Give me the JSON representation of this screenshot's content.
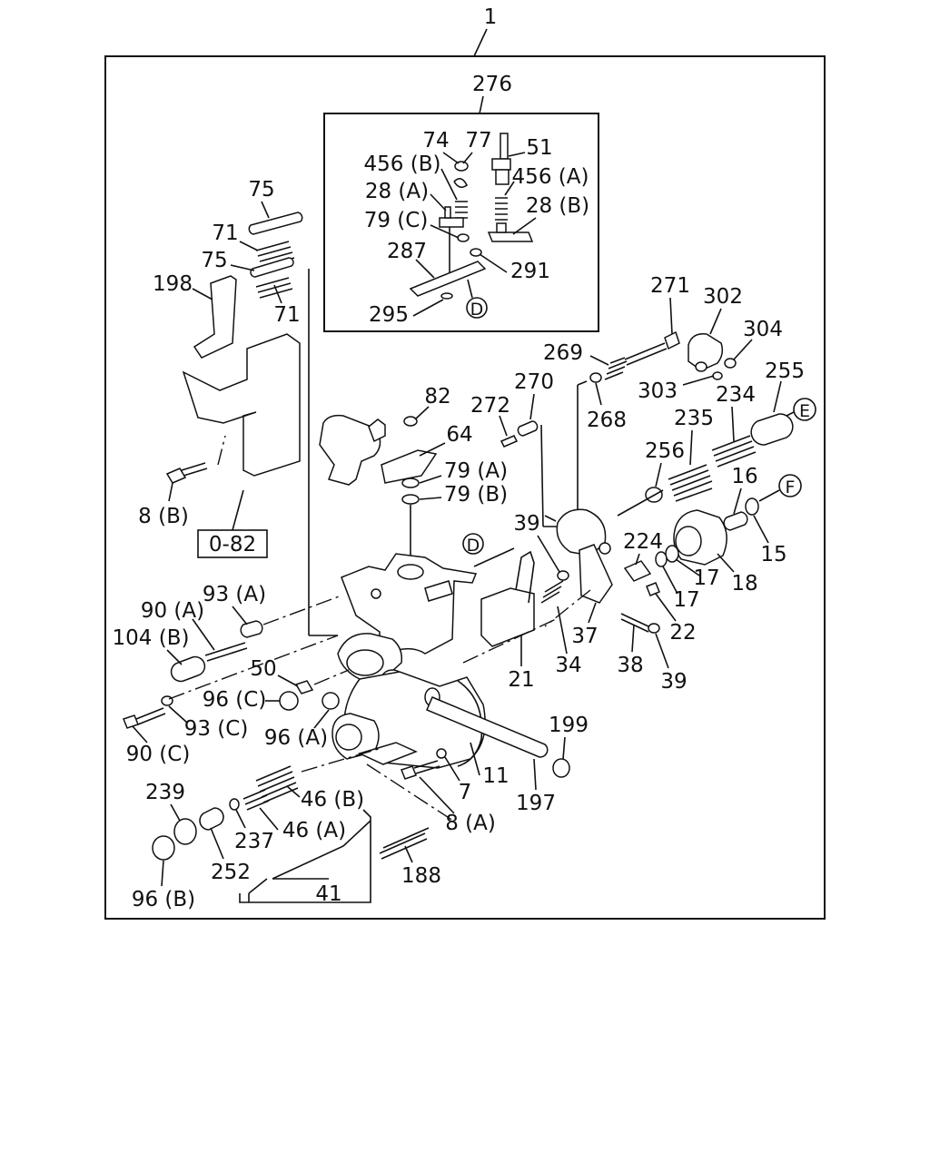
{
  "assembly_no": "1",
  "sub_assembly_no": "276",
  "ref_box_label": "0-82",
  "callouts": {
    "c51": "51",
    "c74": "74",
    "c77": "77",
    "c456b": "456 (B)",
    "c456a": "456 (A)",
    "c28a": "28 (A)",
    "c28b": "28 (B)",
    "c79c": "79 (C)",
    "c287": "287",
    "c291": "291",
    "c295": "295",
    "cD1": "D",
    "cD2": "D",
    "cE": "E",
    "cF": "F",
    "c75a": "75",
    "c71a": "71",
    "c75b": "75",
    "c71b": "71",
    "c198": "198",
    "c8b": "8 (B)",
    "c271": "271",
    "c302": "302",
    "c304": "304",
    "c269": "269",
    "c303": "303",
    "c255": "255",
    "c234": "234",
    "c268": "268",
    "c270": "270",
    "c272": "272",
    "c82": "82",
    "c64": "64",
    "c235": "235",
    "c256": "256",
    "c16": "16",
    "c79a": "79 (A)",
    "c79b": "79 (B)",
    "c39a": "39",
    "c224": "224",
    "c17a": "17",
    "c17b": "17",
    "c18": "18",
    "c15": "15",
    "c22": "22",
    "c37": "37",
    "c34": "34",
    "c38": "38",
    "c39b": "39",
    "c21": "21",
    "c90a": "90 (A)",
    "c93a": "93 (A)",
    "c104b": "104 (B)",
    "c50": "50",
    "c96c": "96 (C)",
    "c93c": "93 (C)",
    "c96a": "96 (A)",
    "c90c": "90 (C)",
    "c199": "199",
    "c11": "11",
    "c7": "7",
    "c197": "197",
    "c8a": "8 (A)",
    "c239": "239",
    "c46b": "46 (B)",
    "c46a": "46 (A)",
    "c237": "237",
    "c188": "188",
    "c252": "252",
    "c41": "41",
    "c96b": "96 (B)"
  }
}
